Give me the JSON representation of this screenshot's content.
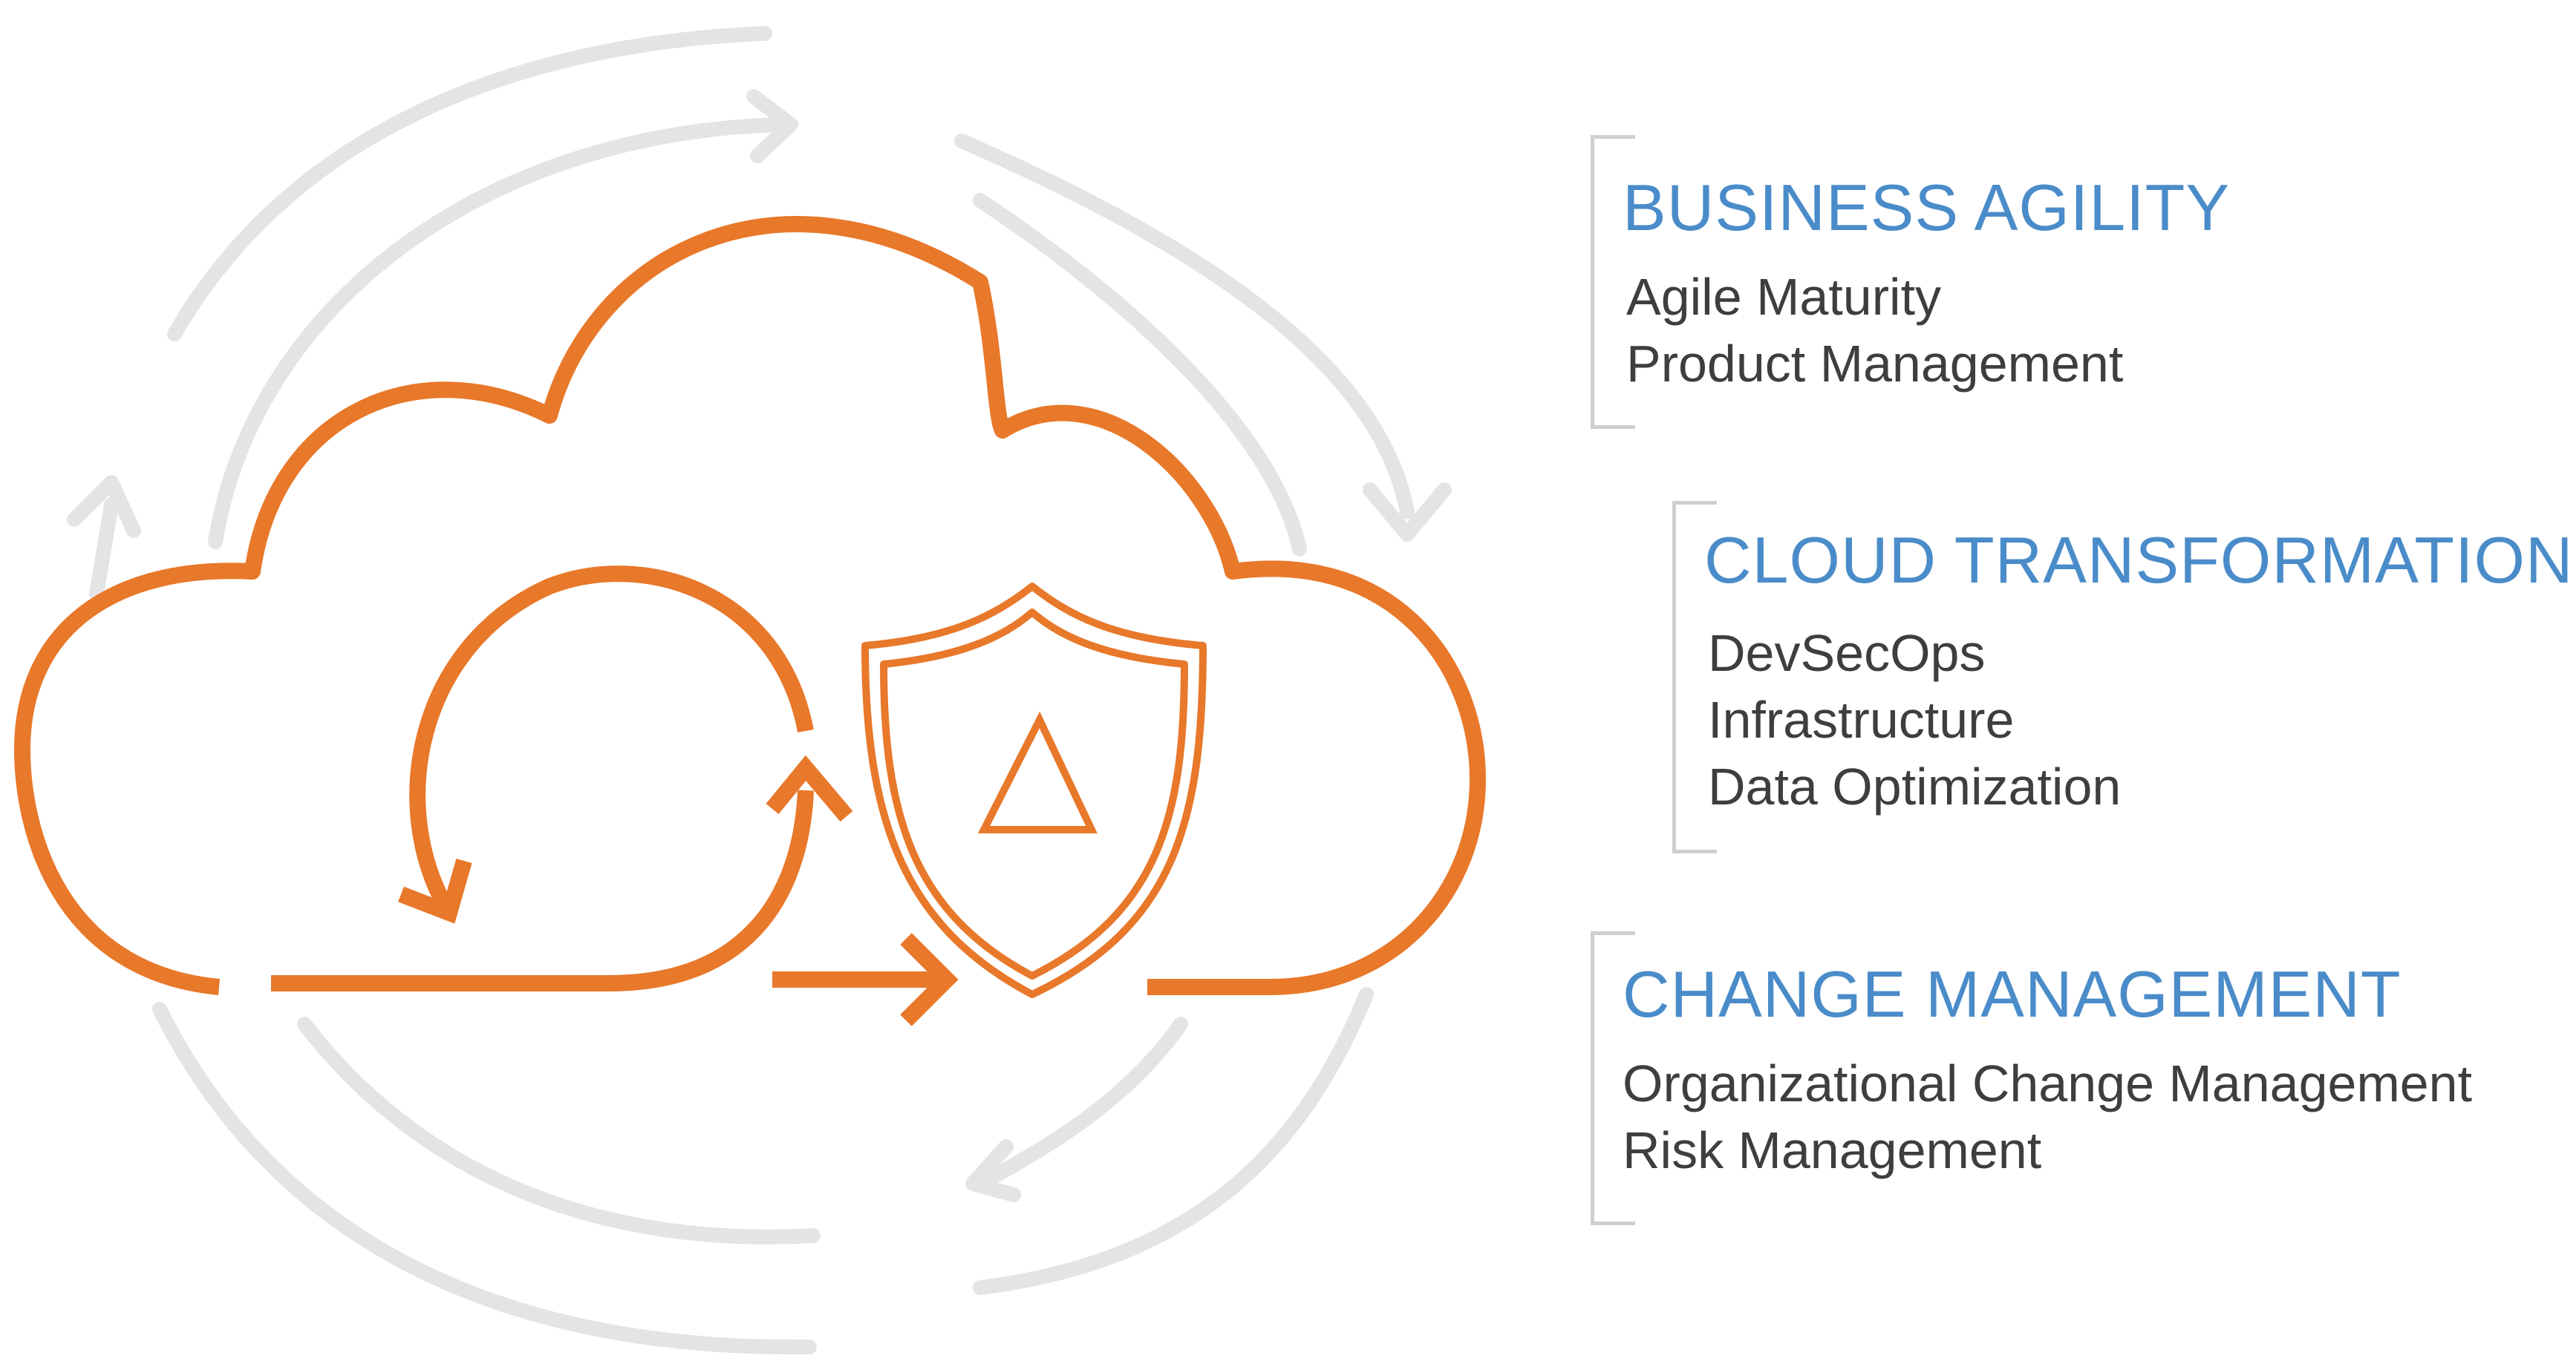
{
  "colors": {
    "accent": "#e8782a",
    "arrow_gray": "#e3e4e6",
    "heading_blue": "#4a8cc9",
    "text_dark": "#3e3e3e",
    "bracket_gray": "#cfcfcf"
  },
  "icons": [
    "cloud-icon",
    "cycle-arrow-icon",
    "right-arrow-icon",
    "shield-icon",
    "warning-triangle-icon",
    "circular-arrows-icon"
  ],
  "sections": [
    {
      "heading": "BUSINESS AGILITY",
      "items": [
        "Agile Maturity",
        "Product Management"
      ]
    },
    {
      "heading": "CLOUD TRANSFORMATION",
      "items": [
        "DevSecOps",
        "Infrastructure",
        "Data Optimization"
      ]
    },
    {
      "heading": "CHANGE MANAGEMENT",
      "items": [
        "Organizational Change Management",
        "Risk Management"
      ]
    }
  ]
}
